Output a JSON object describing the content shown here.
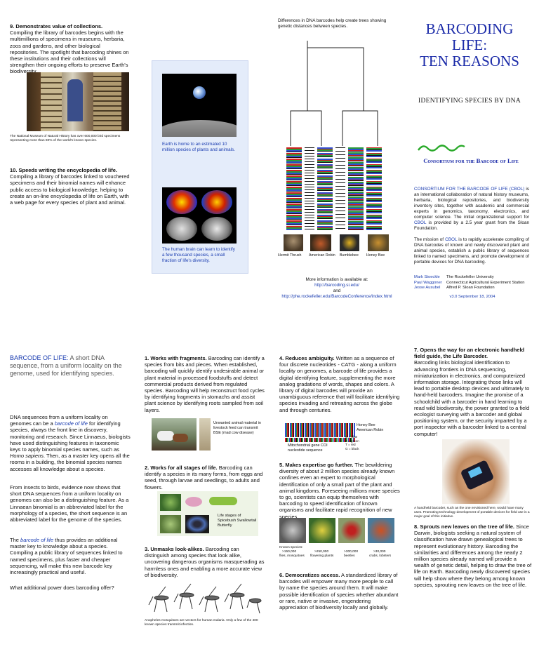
{
  "sections": {
    "s9": {
      "title": "9.  Demonstrates value of collections.",
      "body": "Compiling the library of barcodes begins with the multimillions of specimens in museums, herbaria, zoos and gardens, and other biological repositories.  The spotlight that barcoding shines on these institutions and their collections will strengthen their ongoing efforts to preserve Earth's biodiversity.",
      "caption": "The National Museum of Natural History has over 600,000 bird specimens representing more than 80% of the world's known species."
    },
    "s10": {
      "title": "10.  Speeds writing the encyclopedia of life.",
      "body": "Compiling a library of barcodes linked to vouchered specimens and their binomial names will enhance public access to biological knowledge, helping to create an on-line encyclopedia of life on Earth, with a web page for every species of plant and animal."
    },
    "earth": {
      "caption": "Earth is home to an estimated 10 million species of plants and animals."
    },
    "brain": {
      "caption": "The human brain can learn to identify a few thousand species, a small fraction of life's diversity."
    },
    "tree": {
      "heading": "Differences in DNA barcodes help create trees showing genetic distances between species.",
      "species": [
        "Hermit Thrush",
        "American Robin",
        "Bumblebee",
        "Honey Bee"
      ],
      "more_info": "More information is available at:",
      "url1": "http://barcoding.si.edu/",
      "and": "and",
      "url2": "http://phe.rockefeller.edu/BarcodeConference/index.html"
    },
    "title": {
      "line1": "BARCODING",
      "line2": "LIFE:",
      "line3": "TEN REASONS",
      "subtitle": "IDENTIFYING SPECIES BY DNA",
      "consortium": "Consortium for the Barcode of Life",
      "cbol_lead": "CONSORTIUM FOR THE BARCODE OF LIFE (CBOL)",
      "cbol_text": "is an international collaboration of natural history museums, herbaria, biological repositories, and biodiversity inventory sites, together with academic and commercial experts in genomics, taxonomy, electronics, and computer science.  The initial organizational support for",
      "cbol_abbr": "CBOL",
      "cbol_text2": "is provided by a 2.5 year grant from the Sloan Foundation.",
      "mission_lead": "The mission of",
      "mission_abbr": "CBOL",
      "mission_text": "is to rapidly accelerate compiling of DNA barcodes of known and newly discovered plant and animal species, establish a public library of sequences linked to named specimens, and promote development of portable devices for DNA barcoding.",
      "contacts": [
        {
          "name": "Mark Stoeckle",
          "org": "The Rockefeller University"
        },
        {
          "name": "Paul Waggoner",
          "org": "Connecticut Agricultural Experiment Station"
        },
        {
          "name": "Jesse Ausubel",
          "org": "Alfred P. Sloan Foundation"
        }
      ],
      "version": "v3.0 September 18, 2004"
    },
    "intro": {
      "lead": "BARCODE OF LIFE:",
      "lead_text": "A short DNA sequence, from a uniform locality on the genome, used for identifying species.",
      "p1a": "DNA sequences from a uniform locality on genomes can be a",
      "p1_em": "barcode of life",
      "p1b": "for identifying species, always the front line in discovery, monitoring and research.  Since Linnaeus, biologists have used distinguishing features in taxonomic keys to apply binomial species names, such as",
      "p1_em2": "Homo sapiens",
      "p1c": ".  Then, as a master key opens all the rooms in a building, the binomial species names accesses all knowledge about a species.",
      "p2": "From insects to birds, evidence now shows that short DNA sequences from a uniform locality on genomes can also be a distinguishing feature.  As a Linnaean binomial is an abbreviated label for the morphology of a species, the short sequence is an abbreviated label for the genome of the species.",
      "p3a": "The",
      "p3_em": "barcode of life",
      "p3b": "thus provides an additional master key to knowledge about a species. Compiling a public library of sequences linked to named specimens, plus faster and cheaper sequencing, will make this new barcode key increasingly practical and useful.",
      "p4": "What additional power does barcoding offer?"
    },
    "s1": {
      "title": "1.  Works with fragments.",
      "body": "Barcoding can identify a species from bits and pieces.  When established, barcoding will quickly identify undesirable animal or plant material in processed foodstuffs and detect commercial products derived from regulated species. Barcoding will help reconstruct food cycles by identifying fragments in stomachs and assist plant science by identifying roots sampled from soil layers.",
      "img_caption": "Unwanted animal material in livestock feed can transmit BSE (mad cow disease)"
    },
    "s2": {
      "title": "2.  Works for all stages of life.",
      "body": "Barcoding can identify a species in its many forms, from eggs and seed, through larvae and seedlings, to adults and flowers.",
      "img_caption": "Life stages of Spicebush Swallowtail Butterfly"
    },
    "s3": {
      "title": "3.  Unmasks look-alikes.",
      "body": "Barcoding can distinguish among species that look alike, uncovering dangerous organisms masquerading as harmless ones and enabling a more accurate view of biodiversity.",
      "caption": "Anopheles mosquitoes are vectors for human malaria. Only a few of the 400 known species transmit infection."
    },
    "s4": {
      "title": "4.  Reduces ambiguity.",
      "body": "Written as a sequence of four discrete nucleotides - CATG - along a uniform locality on genomes, a barcode of life provides a digital identifying feature, supplementing the more analog gradations of words, shapes and colors.  A library of digital barcodes will provide an unambiguous reference that will facilitate identifying species invading and retreating across the globe and through centuries.",
      "label_bee": "Honey Bee",
      "label_robin": "American Robin",
      "label_gene": "Mitochondrial gene COI nucleotide sequence",
      "key": [
        "C = blue",
        "A = green",
        "T = red",
        "G = black"
      ]
    },
    "s5": {
      "title": "5.  Makes expertise go further.",
      "body": "The bewildering diversity of about 2 million species already known confines even an expert to morphological identification of only a small part of the plant and animal kingdoms.   Foreseeing millions more species to go, scientists can equip themselves with barcoding to speed identification of known organisms and facilitate rapid recognition of new species.",
      "known": "Known species:",
      "counts": [
        ">150,000",
        ">250,000",
        ">300,000",
        ">30,000"
      ],
      "groups": [
        "flies, mosquitoes",
        "flowering plants",
        "beetles",
        "crabs, lobsters"
      ]
    },
    "s6": {
      "title": "6.  Democratizes access.",
      "body": "A standardized library of barcodes will empower many more people to call by name the species around them. It will make possible identification of species whether abundant or rare, native or invasive, engendering appreciation of biodiversity locally and globally."
    },
    "s7": {
      "title": "7.  Opens the way for an electronic handheld field guide, the Life Barcoder.",
      "body": "Barcoding links biological identification to advancing frontiers in DNA sequencing, miniaturization in electronics, and computerized information storage. Integrating those links will lead to portable desktop devices and ultimately to hand-held barcoders. Imagine the promise of a schoolchild with a barcoder in hand learning to read wild biodiversity, the power granted to a field ecologist surveying with a barcoder and global positioning system, or the security imparted by a port inspector with a barcoder linked to a central computer!",
      "caption": "A handheld barcoder, such as the one envisioned here, would have many uses. Promoting technology development of portable devices for field use is a major goal of this initiative."
    },
    "s8": {
      "title": "8.  Sprouts new leaves on the tree of life.",
      "body": "Since Darwin, biologists seeking a natural system of classification have drawn genealogical trees to represent evolutionary history.  Barcoding the similarities and differences among the nearly 2 million species already named will provide a wealth of genetic detail, helping to draw the tree of life on Earth. Barcoding newly discovered species will help show where they belong among known species, sprouting new leaves on the tree of life."
    }
  },
  "colors": {
    "title_blue": "#1a2aa8",
    "link_blue": "#1a3cb0",
    "bar_green": "#2a9a3a",
    "bar_red": "#d03030",
    "bar_blue": "#3050d0"
  }
}
